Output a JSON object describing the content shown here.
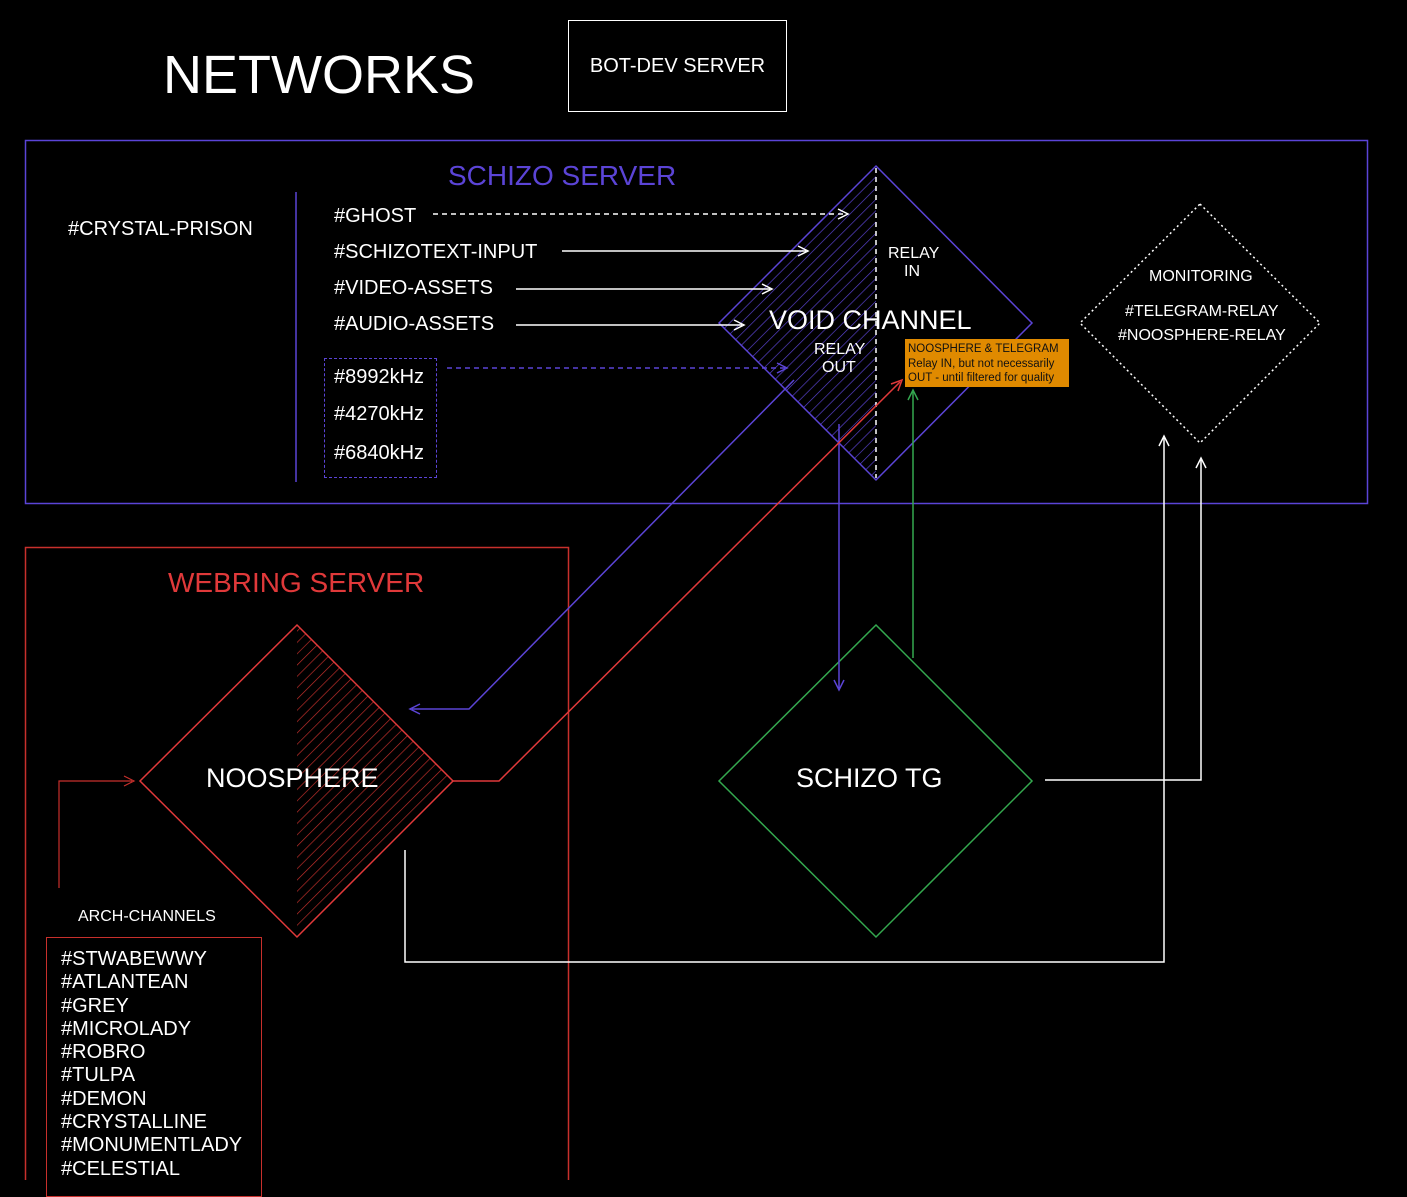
{
  "title": "NETWORKS",
  "bot_dev_server": "BOT-DEV SERVER",
  "schizo_server": {
    "title": "SCHIZO SERVER",
    "crystal_prison": "#CRYSTAL-PRISON",
    "channels": [
      "#GHOST",
      "#SCHIZOTEXT-INPUT",
      "#VIDEO-ASSETS",
      "#AUDIO-ASSETS"
    ],
    "frequencies": [
      "#8992kHz",
      "#4270kHz",
      "#6840kHz"
    ]
  },
  "void_channel": {
    "label": "VOID CHANNEL",
    "relay_in": [
      "RELAY",
      "IN"
    ],
    "relay_out": [
      "RELAY",
      "OUT"
    ]
  },
  "note": {
    "lines": [
      "NOOSPHERE & TELEGRAM",
      "Relay IN, but not necessarily",
      "OUT - until filtered for quality"
    ]
  },
  "monitoring": {
    "title": "MONITORING",
    "channels": [
      "#TELEGRAM-RELAY",
      "#NOOSPHERE-RELAY"
    ]
  },
  "webring_server": {
    "title": "WEBRING SERVER",
    "noosphere": "NOOSPHERE",
    "arch_channels_label": "ARCH-CHANNELS",
    "arch_channels": [
      "#STWABEWWY",
      "#ATLANTEAN",
      "#GREY",
      "#MICROLADY",
      "#ROBRO",
      "#TULPA",
      "#DEMON",
      "#CRYSTALLINE",
      "#MONUMENTLADY",
      "#CELESTIAL"
    ]
  },
  "schizo_tg": "SCHIZO TG",
  "colors": {
    "background": "#000000",
    "text": "#ffffff",
    "schizo_purple": "#5b44d6",
    "webring_red": "#c8302c",
    "arrow_red": "#e0393a",
    "tg_green": "#34a84f",
    "note_orange": "#e08a00"
  }
}
